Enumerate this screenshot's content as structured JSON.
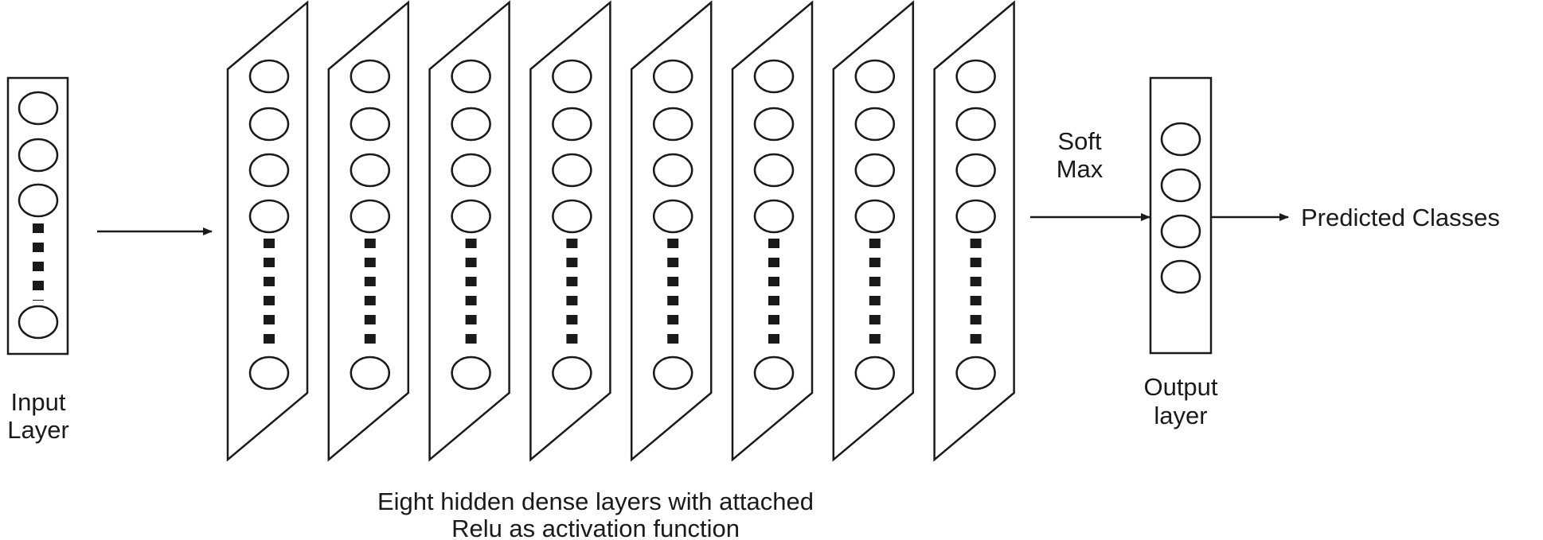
{
  "labels": {
    "input_line1": "Input",
    "input_line2": "Layer",
    "hidden_caption_line1": "Eight hidden dense layers with attached",
    "hidden_caption_line2": "Relu as activation function",
    "softmax_line1": "Soft",
    "softmax_line2": "Max",
    "output_line1": "Output",
    "output_line2": "layer",
    "predicted": "Predicted Classes"
  },
  "hidden_layer_count": 8,
  "colors": {
    "stroke": "#1a1a1a",
    "background": "#ffffff"
  }
}
